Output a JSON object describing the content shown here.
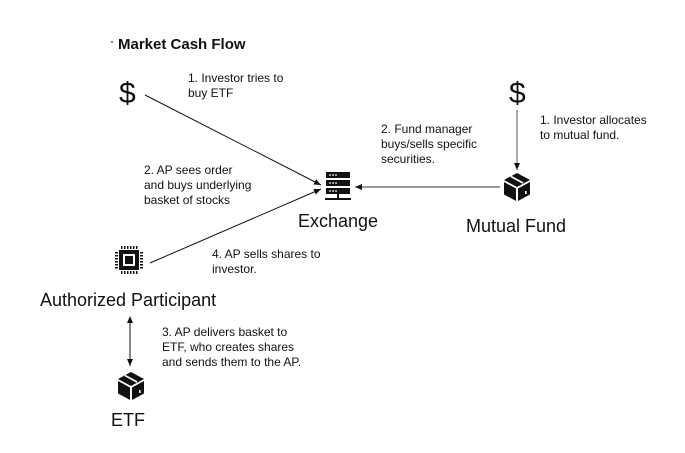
{
  "title": "Market Cash Flow",
  "nodes": {
    "investor_etf": {
      "icon": "dollar-icon",
      "symbol": "$"
    },
    "investor_mf": {
      "icon": "dollar-icon",
      "symbol": "$"
    },
    "exchange": {
      "label": "Exchange",
      "icon": "server-icon"
    },
    "mutual_fund": {
      "label": "Mutual Fund",
      "icon": "box-icon"
    },
    "authorized_participant": {
      "label": "Authorized Participant",
      "icon": "chip-icon"
    },
    "etf": {
      "label": "ETF",
      "icon": "box-icon"
    }
  },
  "notes": {
    "etf_step1": [
      "1. Investor tries to",
      "buy ETF"
    ],
    "etf_step2": [
      "2. AP sees order",
      "and buys underlying",
      "basket of stocks"
    ],
    "etf_step3": [
      "3. AP delivers basket to",
      "ETF, who creates shares",
      "and sends them to the AP."
    ],
    "etf_step4": [
      "4. AP sells shares to",
      "investor."
    ],
    "mf_step1": [
      "1. Investor allocates",
      "to mutual fund."
    ],
    "mf_step2": [
      "2. Fund manager",
      "buys/sells specific",
      "securities."
    ]
  },
  "edges": [
    {
      "from": "investor_etf",
      "to": "exchange",
      "arrow": "end"
    },
    {
      "from": "authorized_participant",
      "to": "exchange",
      "arrow": "end"
    },
    {
      "from": "investor_mf",
      "to": "mutual_fund",
      "arrow": "end"
    },
    {
      "from": "mutual_fund",
      "to": "exchange",
      "arrow": "end"
    },
    {
      "from": "authorized_participant",
      "to": "etf",
      "arrow": "both"
    }
  ]
}
